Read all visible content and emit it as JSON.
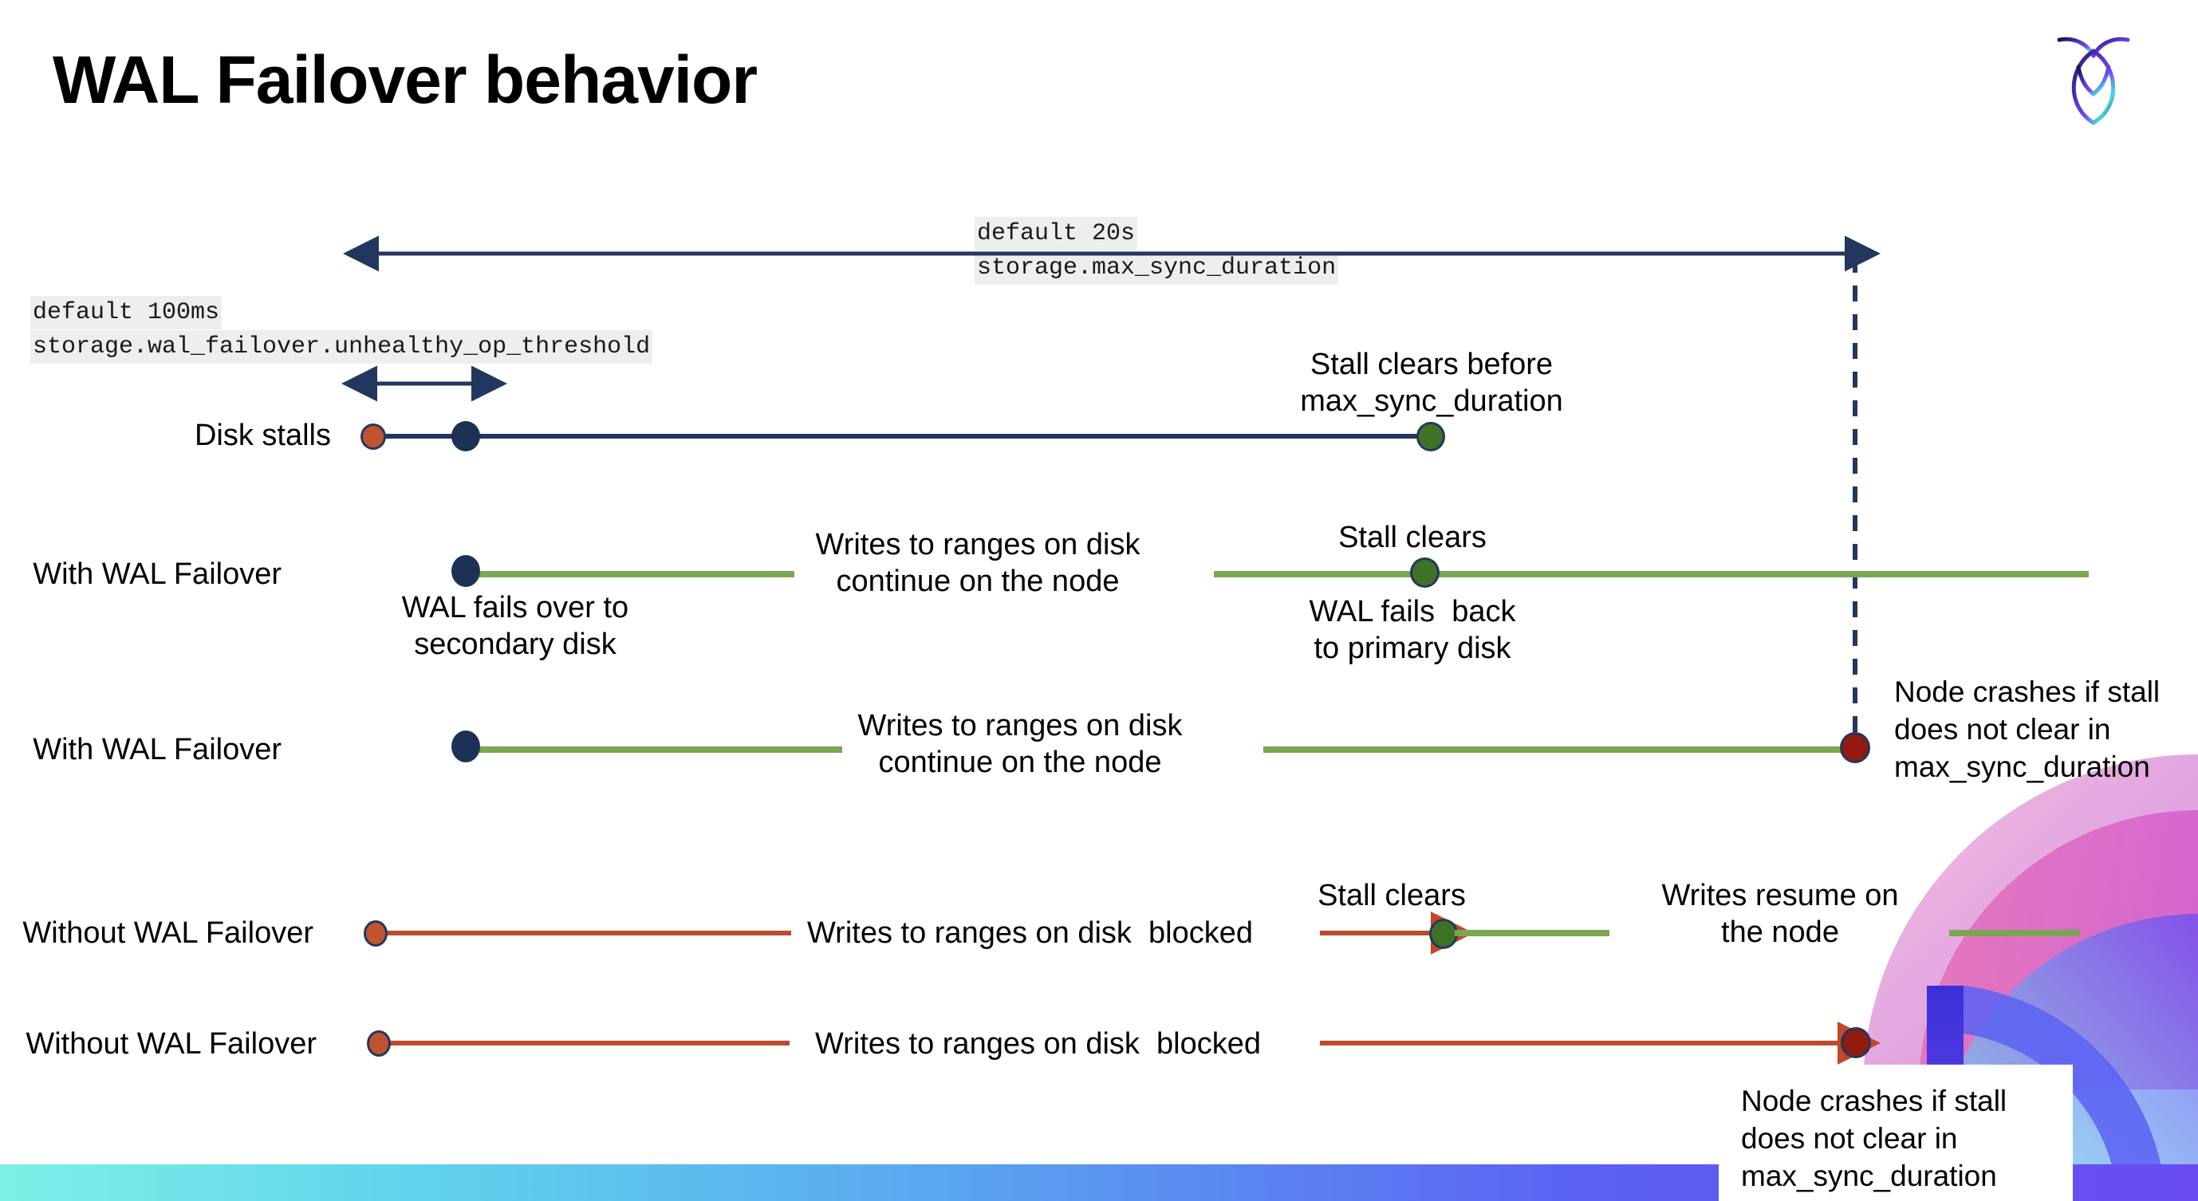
{
  "slide": {
    "title": "WAL Failover behavior",
    "logo_icon": "cockroachdb-logo-icon",
    "accent_colors": {
      "navy": "#23375e",
      "green": "#7aa652",
      "green_dot": "#3f7127",
      "orange": "#c0542e",
      "red_line": "#c0492b",
      "dark_red": "#931a0f",
      "code_bg": "#efeeee"
    }
  },
  "annotations": {
    "max_sync": {
      "default": "default 20s",
      "setting": "storage.max_sync_duration"
    },
    "unhealthy_op": {
      "default": "default 100ms",
      "setting": "storage.wal_failover.unhealthy_op_threshold"
    }
  },
  "rows": [
    {
      "id": "disk-stalls",
      "label": "Disk stalls",
      "event_label": "Stall clears before\nmax_sync_duration"
    },
    {
      "id": "with-wal-failover-clears",
      "label": "With WAL Failover",
      "start_note": "WAL fails over to\nsecondary disk",
      "middle_note": "Writes to ranges on disk\ncontinue on the node",
      "event_label": "Stall clears",
      "end_note": "WAL fails  back\nto primary disk"
    },
    {
      "id": "with-wal-failover-crash",
      "label": "With WAL Failover",
      "middle_note": "Writes to ranges on disk\ncontinue on the node",
      "crash_note": "Node crashes if stall\ndoes not clear in\nmax_sync_duration"
    },
    {
      "id": "without-wal-failover-clears",
      "label": "Without WAL Failover",
      "middle_note": "Writes to ranges on disk  blocked",
      "event_label": "Stall clears",
      "end_note": "Writes resume on\nthe node"
    },
    {
      "id": "without-wal-failover-crash",
      "label": "Without WAL Failover",
      "middle_note": "Writes to ranges on disk  blocked",
      "crash_note": "Node crashes if stall\ndoes not clear in\nmax_sync_duration"
    }
  ]
}
